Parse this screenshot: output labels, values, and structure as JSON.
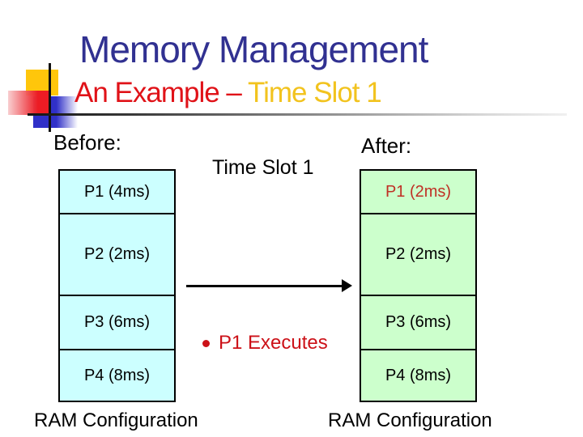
{
  "slide": {
    "title": "Memory Management",
    "subtitle": {
      "part1": "An Example – ",
      "part2": "Time Slot 1"
    },
    "colors": {
      "title": "#313191",
      "subtitle_part1": "#E01218",
      "subtitle_part2": "#F2C31E",
      "before_fill": "#CCFFFF",
      "after_fill": "#CCFFCC",
      "highlight_text": "#C03025",
      "bullet_text": "#CC1118",
      "deco_yellow": "#FFC60B",
      "deco_red": "#EC1C24",
      "deco_blue": "#3030C8",
      "line_black": "#000000"
    }
  },
  "before": {
    "label": "Before:",
    "caption": "RAM Configuration",
    "rows": [
      {
        "label": "P1 (4ms)"
      },
      {
        "label": "P2 (2ms)"
      },
      {
        "label": "P3 (6ms)"
      },
      {
        "label": "P4 (8ms)"
      }
    ]
  },
  "middle": {
    "heading": "Time Slot 1",
    "bullet": "P1 Executes"
  },
  "after": {
    "label": "After:",
    "caption": "RAM Configuration",
    "rows": [
      {
        "label": "P1 (2ms)",
        "highlight": true
      },
      {
        "label": "P2 (2ms)"
      },
      {
        "label": "P3 (6ms)"
      },
      {
        "label": "P4 (8ms)"
      }
    ]
  }
}
